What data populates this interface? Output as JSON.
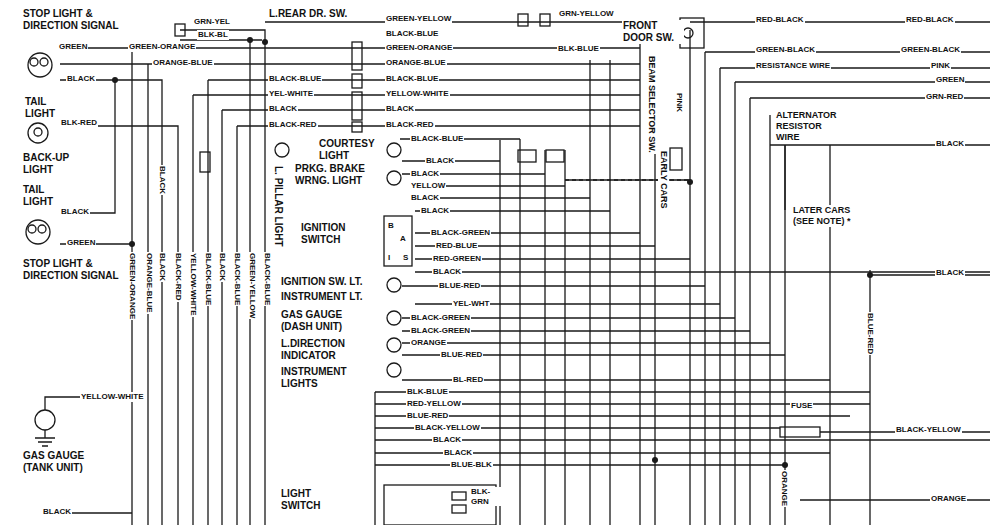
{
  "diagram": {
    "labels": [
      "STOP LIGHT & DIRECTION SIGNAL",
      "GREEN",
      "BLACK",
      "TAIL LIGHT",
      "BLK-RED",
      "BACK-UP LIGHT",
      "TAIL LIGHT",
      "BLACK",
      "GREEN",
      "STOP LIGHT & DIRECTION SIGNAL",
      "GREEN-ORANGE",
      "ORANGE-BLUE",
      "GRN-YEL",
      "BLK-BL",
      "L.REAR DR. SW.",
      "BLACK-BLUE",
      "YEL-WHITE",
      "BLACK",
      "BLACK-RED",
      "GREEN-YELLOW",
      "BLACK-BLUE",
      "GREEN-ORANGE",
      "ORANGE-BLUE",
      "BLACK-BLUE",
      "YELLOW-WHITE",
      "BLACK",
      "BLACK-RED",
      "GRN-YELLOW",
      "FRONT DOOR SW.",
      "BLK-BLUE",
      "BEAM SELECTOR SW.",
      "PINK",
      "EARLY CARS",
      "RED-BLACK",
      "RED-BLACK",
      "GREEN-BLACK",
      "GREEN-BLACK",
      "RESISTANCE WIRE",
      "PINK",
      "GREEN",
      "GRN-RED",
      "ALTERNATOR RESISTOR WIRE",
      "BLACK",
      "LATER CARS (SEE NOTE) *",
      "BLACK",
      "BLUE-RED",
      "FUSE",
      "BLACK-YELLOW",
      "ORANGE",
      "ORANGE",
      "BLACK",
      "GREEN-ORANGE",
      "ORANGE-BLUE",
      "BLACK",
      "BLACK-RED",
      "YELLOW-WHITE",
      "BLACK-BLUE",
      "BLACK",
      "BLACK-BLUE",
      "GREEN-YELLOW",
      "BLACK-BLUE",
      "COURTESY LIGHT",
      "PRKG. BRAKE WRNG. LIGHT",
      "L. PILLAR LIGHT",
      "IGNITION SWITCH",
      "IGNITION SW. LT.",
      "INSTRUMENT LT.",
      "GAS GAUGE (DASH UNIT)",
      "L.DIRECTION INDICATOR",
      "INSTRUMENT LIGHTS",
      "LIGHT SWITCH",
      "BLACK-BLUE",
      "BLACK",
      "BLACK",
      "YELLOW",
      "BLACK",
      "BLACK",
      "B",
      "A",
      "I",
      "S",
      "BLACK-GREEN",
      "RED-BLUE",
      "RED-GREEN",
      "BLACK",
      "BLUE-RED",
      "YEL-WHT",
      "BLACK-GREEN",
      "BLACK-GREEN",
      "ORANGE",
      "BLUE-RED",
      "BL-RED",
      "BLK-BLUE",
      "RED-YELLOW",
      "BLUE-RED",
      "BLACK-YELLOW",
      "BLACK",
      "BLACK",
      "BLUE-BLK",
      "BLK-GRN",
      "YELLOW-WHITE",
      "GAS GAUGE (TANK UNIT)",
      "BLACK"
    ]
  }
}
